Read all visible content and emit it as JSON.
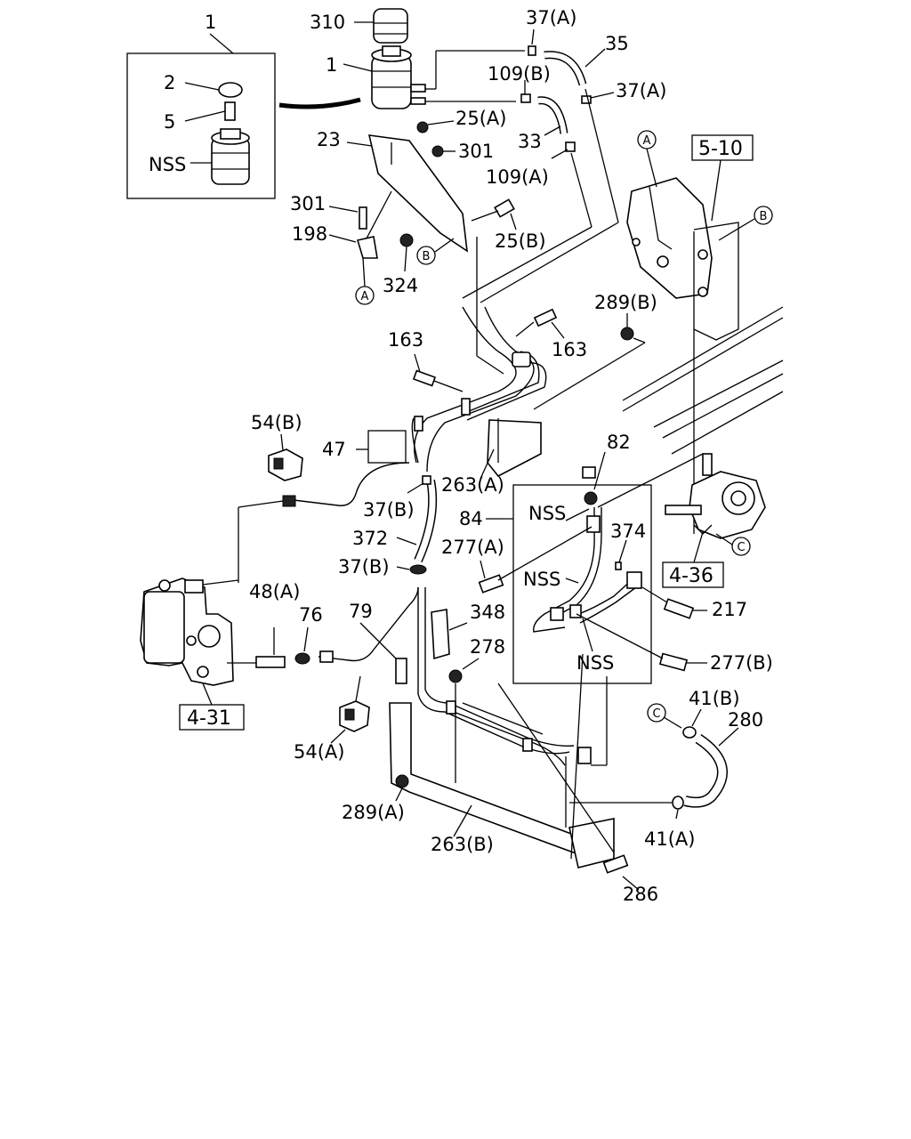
{
  "labels": {
    "l1_kit": "1",
    "l310": "310",
    "l1_res": "1",
    "l2": "2",
    "l5": "5",
    "lnss_kit": "NSS",
    "l37a_top": "37(A)",
    "l35": "35",
    "l109b": "109(B)",
    "l37a_right": "37(A)",
    "l25a": "25(A)",
    "l23": "23",
    "l33": "33",
    "l301_r": "301",
    "l109a": "109(A)",
    "l301_l": "301",
    "l25b": "25(B)",
    "l198": "198",
    "l324": "324",
    "l289b": "289(B)",
    "l163_l": "163",
    "l163_r": "163",
    "l54b": "54(B)",
    "l47": "47",
    "l82": "82",
    "l263a": "263(A)",
    "l37b_1": "37(B)",
    "l84": "84",
    "lnss_1": "NSS",
    "l372": "372",
    "l277a": "277(A)",
    "l374": "374",
    "l37b_2": "37(B)",
    "lnss_2": "NSS",
    "l48a": "48(A)",
    "l76": "76",
    "l79": "79",
    "l348": "348",
    "l217": "217",
    "l278": "278",
    "lnss_3": "NSS",
    "l277b": "277(B)",
    "l41b": "41(B)",
    "l280": "280",
    "l54a": "54(A)",
    "l289a": "289(A)",
    "l263b": "263(B)",
    "l41a": "41(A)",
    "l286": "286"
  },
  "refs": {
    "r510": "5-10",
    "r436": "4-36",
    "r431": "4-31"
  },
  "markers": {
    "A": "A",
    "B": "B",
    "C": "C"
  }
}
